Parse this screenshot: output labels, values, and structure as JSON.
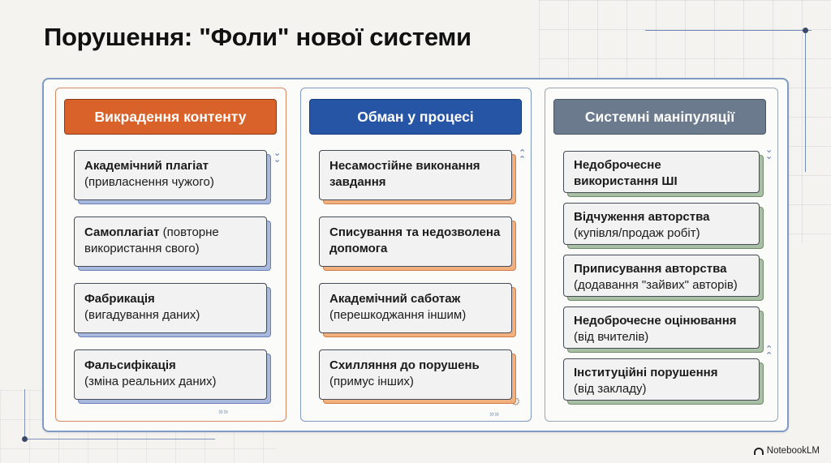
{
  "title": "Порушення: \"Фоли\" нової системи",
  "columns": [
    {
      "header": "Викрадення контенту",
      "cards": [
        {
          "bold": "Академічний плагіат",
          "rest": "(привласнення чужого)"
        },
        {
          "bold": "Самоплагіат",
          "rest": "(повторне використання свого)"
        },
        {
          "bold": "Фабрикація",
          "rest": "(вигадування даних)"
        },
        {
          "bold": "Фальсифікація",
          "rest": "(зміна реальних даних)"
        }
      ]
    },
    {
      "header": "Обман у процесі",
      "cards": [
        {
          "bold": "Несамостійне виконання завдання",
          "rest": ""
        },
        {
          "bold": "Списування та недозволена допомога",
          "rest": ""
        },
        {
          "bold": "Академічний саботаж",
          "rest": "(перешкоджання іншим)"
        },
        {
          "bold": "Схилляння до порушень",
          "rest": "(примус інших)"
        }
      ]
    },
    {
      "header": "Системні маніпуляції",
      "cards": [
        {
          "bold": "Недоброчесне використання ШІ",
          "rest": ""
        },
        {
          "bold": "Відчуження авторства",
          "rest": "(купівля/продаж робіт)"
        },
        {
          "bold": "Приписування авторства",
          "rest": "(додавання \"зайвих\" авторів)"
        },
        {
          "bold": "Недоброчесне оцінювання",
          "rest": "(від вчителів)"
        },
        {
          "bold": "Інституційні порушення",
          "rest": "(від закладу)"
        }
      ]
    }
  ],
  "brand": "NotebookLM",
  "colors": {
    "header_1": "#d9612a",
    "header_2": "#2655a5",
    "header_3": "#6b7a8c"
  }
}
